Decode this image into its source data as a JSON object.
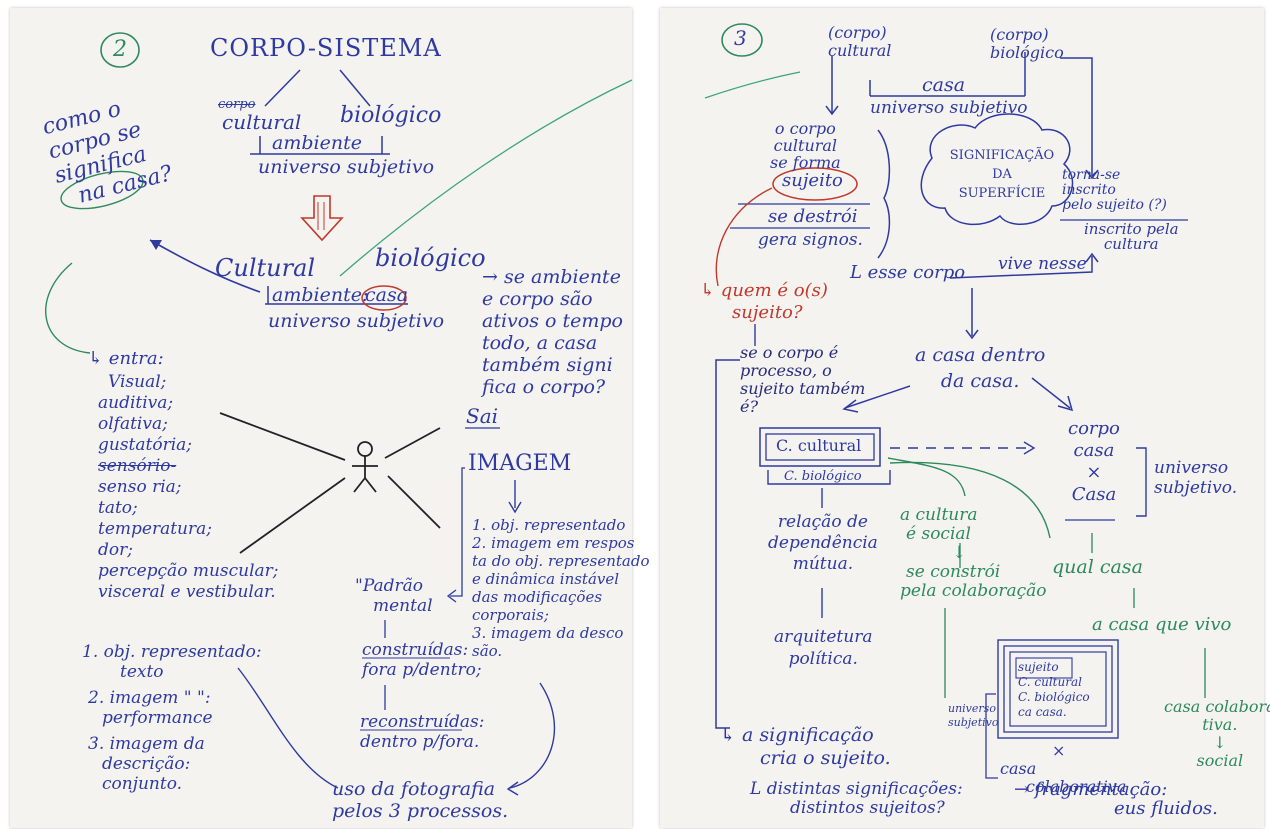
{
  "left_page": {
    "page_number": "2",
    "title": "CORPO-SISTEMA",
    "top_tree": {
      "struck_word": "corpo",
      "left": "cultural",
      "right": "biológico",
      "middle": "ambiente",
      "bottom": "universo subjetivo"
    },
    "question": [
      "como o",
      "corpo se",
      "significa",
      "na casa?"
    ],
    "second_tree": {
      "left": "Cultural",
      "right": "biológico",
      "middle": "ambiente:",
      "circled": "casa",
      "bottom": "universo subjetivo"
    },
    "note": [
      "→ se ambiente",
      "e corpo são",
      "ativos o tempo",
      "todo, a casa",
      "também signi",
      "fica o corpo?"
    ],
    "enters_heading": "↳ entra:",
    "enters": [
      "Visual;",
      "auditiva;",
      "olfativa;",
      "gustatória;",
      "sensório-",
      "senso ria;",
      "tato;",
      "temperatura;",
      "dor;",
      "percepção muscular;",
      "visceral e vestibular."
    ],
    "exits_heading": "Sai",
    "imagem": "IMAGEM",
    "imagem_list": [
      "1. obj. representado",
      "2. imagem em respos",
      "ta do obj. representado",
      "e dinâmica instável",
      "das modificações",
      "corporais;",
      "3. imagem da desco",
      "são."
    ],
    "padrao": [
      "\"Padrão",
      "mental"
    ],
    "construidas": [
      "construídas:",
      "fora p/dentro;"
    ],
    "reconstruidas": [
      "reconstruídas:",
      "dentro p/fora."
    ],
    "left_list": [
      "1. obj. representado:",
      "texto",
      "2. imagem \" \":",
      "performance",
      "3. imagem da",
      "descrição:",
      "conjunto."
    ],
    "fotografia": [
      "uso da fotografia",
      "pelos 3 processos."
    ]
  },
  "right_page": {
    "page_number": "3",
    "top_left": [
      "(corpo)",
      "cultural"
    ],
    "top_right": [
      "(corpo)",
      "biológico"
    ],
    "casa": "casa",
    "universo": "universo subjetivo",
    "cultural_block": [
      "o corpo",
      "cultural",
      "se forma"
    ],
    "sujeito": "sujeito",
    "se_destroi": "se destrói",
    "gera_signos": "gera signos.",
    "esse_corpo": "L esse corpo",
    "vive_nesse": "vive nesse",
    "cloud": [
      "SIGNIFICAÇÃO",
      "DA",
      "SUPERFÍCIE"
    ],
    "torna_se": [
      "torna-se",
      "inscrito",
      "pelo sujeito (?)"
    ],
    "inscrito": [
      "inscrito pela",
      "cultura"
    ],
    "quem": [
      "↳ quem é o(s)",
      "sujeito?"
    ],
    "se_o_corpo": [
      "se o corpo é",
      "processo, o",
      "sujeito também",
      "é?"
    ],
    "a_casa_dentro": [
      "a casa dentro",
      "da casa."
    ],
    "c_cultural": "C. cultural",
    "c_biologico": "C. biológico",
    "corpo_casa": [
      "corpo",
      "casa",
      "×",
      "Casa"
    ],
    "universo_subjetivo": [
      "universo",
      "subjetivo."
    ],
    "relacao": [
      "relação de",
      "dependência",
      "mútua."
    ],
    "arquitetura": [
      "arquitetura",
      "política."
    ],
    "a_cultura": [
      "a cultura",
      "é social",
      "↓",
      "se constrói",
      "pela colaboração"
    ],
    "qual_casa": "qual casa",
    "a_casa_que_vivo": "a casa que vivo",
    "casa_colab": [
      "casa colabora",
      "tiva.",
      "↓",
      "social"
    ],
    "nested": [
      "sujeito",
      "C. cultural",
      "C. biológico",
      "ca casa."
    ],
    "universo_small": [
      "universo",
      "subjetivo"
    ],
    "x_casa": [
      "×",
      "casa",
      "colaborativa"
    ],
    "significacao": [
      "↳ a significação",
      "cria o sujeito."
    ],
    "distintas": [
      "L distintas significações:",
      "distintos sujeitos?"
    ],
    "fragmentacao": [
      "→ fragmentação:",
      "eus fluidos."
    ]
  }
}
